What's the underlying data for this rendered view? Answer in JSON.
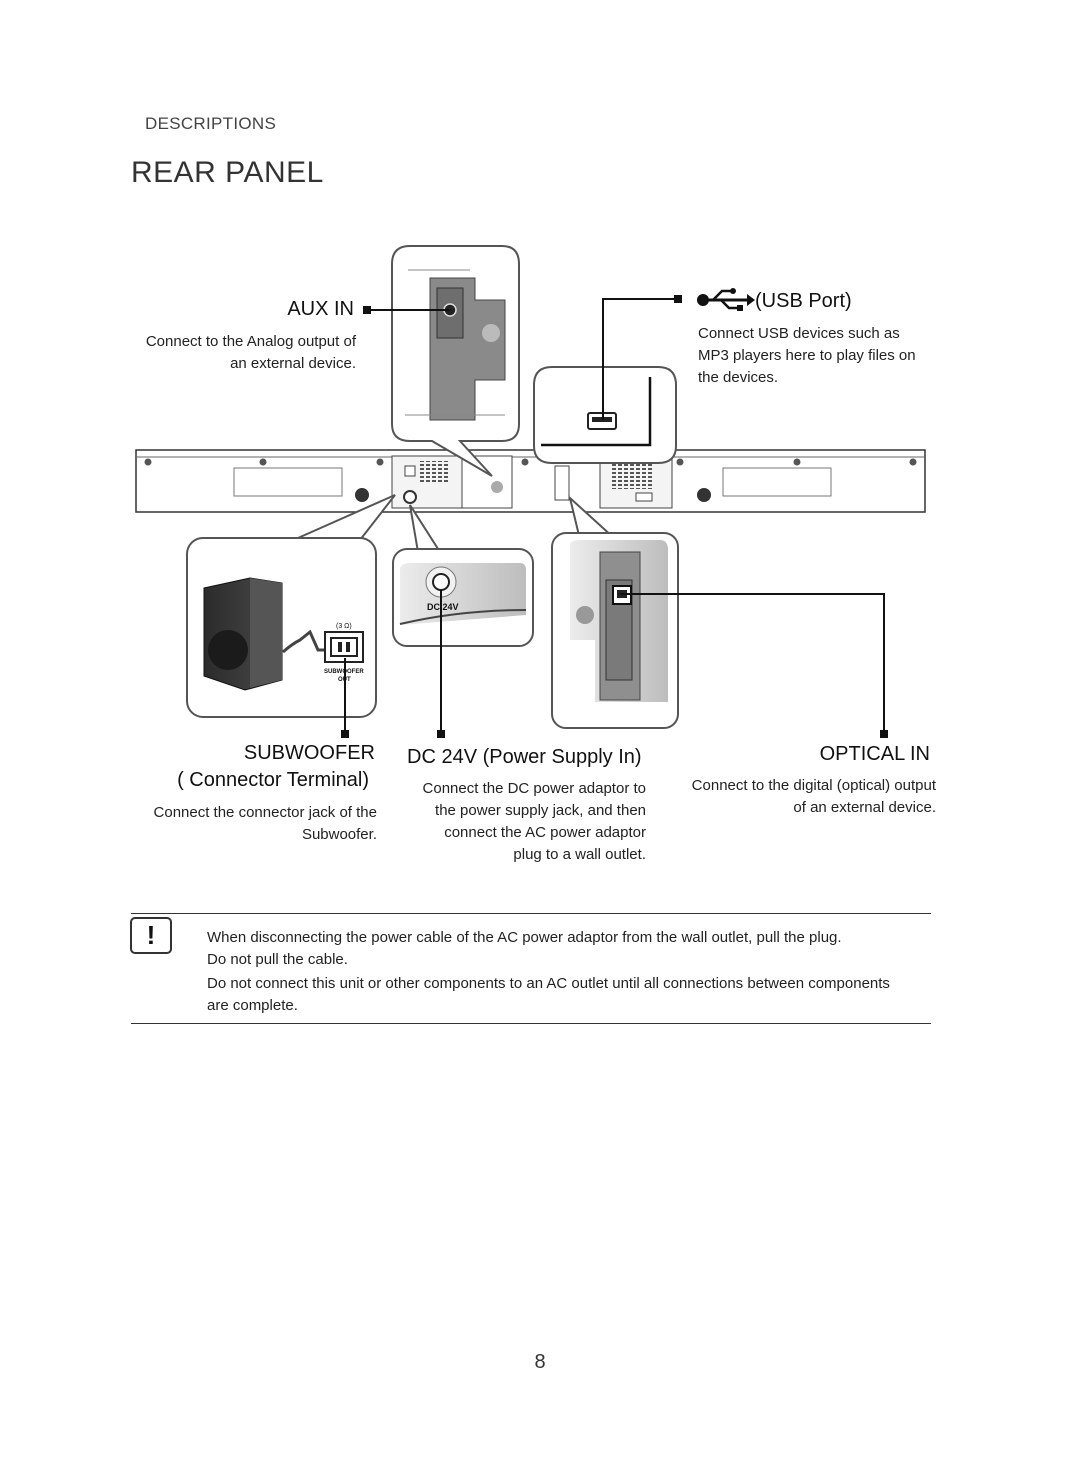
{
  "header": {
    "section": "DESCRIPTIONS",
    "title": "REAR PANEL"
  },
  "callouts": {
    "aux_in": {
      "label": "AUX IN",
      "desc_line1": "Connect to the Analog output of",
      "desc_line2": "an external device."
    },
    "usb": {
      "icon": "usb-icon",
      "label": "(USB Port)",
      "desc_line1": "Connect USB devices such as",
      "desc_line2": "MP3 players here to play files on",
      "desc_line3": "the devices."
    },
    "subwoofer": {
      "label_line1": "SUBWOOFER",
      "label_line2": "( Connector Terminal)",
      "desc_line1": "Connect the connector jack of the",
      "desc_line2": "Subwoofer."
    },
    "dc24v": {
      "label": "DC 24V (Power Supply In)",
      "desc_line1": "Connect the DC power adaptor to",
      "desc_line2": "the power supply jack, and then",
      "desc_line3": "connect the AC power adaptor",
      "desc_line4": "plug to a wall outlet."
    },
    "optical_in": {
      "label": "OPTICAL IN",
      "desc_line1": "Connect to the digital (optical) output",
      "desc_line2": "of an external device."
    }
  },
  "figure": {
    "jack_label_dc": "DC 24V",
    "jack_label_ohm": "(3 Ω)",
    "jack_label_sub1": "SUBWOOFER",
    "jack_label_sub2": "OUT"
  },
  "caution": {
    "icon": "caution-icon",
    "symbol": "!",
    "line1": "When disconnecting the power cable of the AC power adaptor from the wall outlet, pull the plug.",
    "line2": "Do not pull the cable.",
    "line3": "Do not connect this unit or other components to an AC outlet until all connections between components",
    "line4": "are complete."
  },
  "footer": {
    "page_number": "8"
  }
}
